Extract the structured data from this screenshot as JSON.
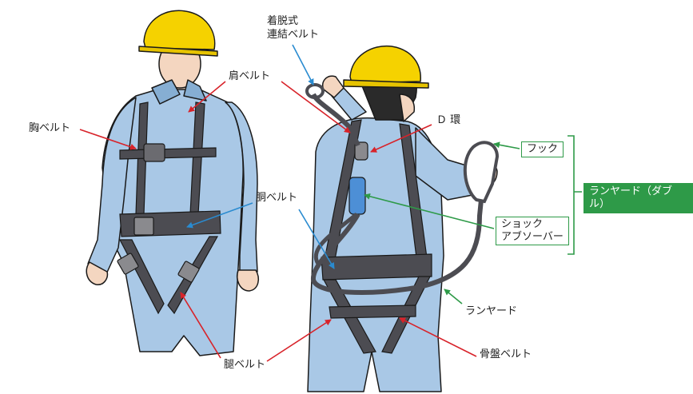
{
  "labels": {
    "chest_belt": "胸ベルト",
    "shoulder_belt": "肩ベルト",
    "detachable_belt_line1": "着脱式",
    "detachable_belt_line2": "連結ベルト",
    "d_ring": "Ｄ 環",
    "waist_belt": "胴ベルト",
    "leg_belt": "腿ベルト",
    "pelvic_belt": "骨盤ベルト",
    "hook": "フック",
    "lanyard_double": "ランヤード（ダブル）",
    "shock_absorber_line1": "ショック",
    "shock_absorber_line2": "アブソーバー",
    "lanyard": "ランヤード"
  },
  "colors": {
    "leader_red": "#d8232a",
    "leader_blue": "#2a8bd0",
    "leader_green": "#2e9a48",
    "helmet": "#f5d200",
    "suit": "#a9c8e6",
    "suit_shade": "#86aed3",
    "harness": "#4c4c52",
    "skin": "#f4d6c0",
    "absorber": "#4d8fd6"
  }
}
